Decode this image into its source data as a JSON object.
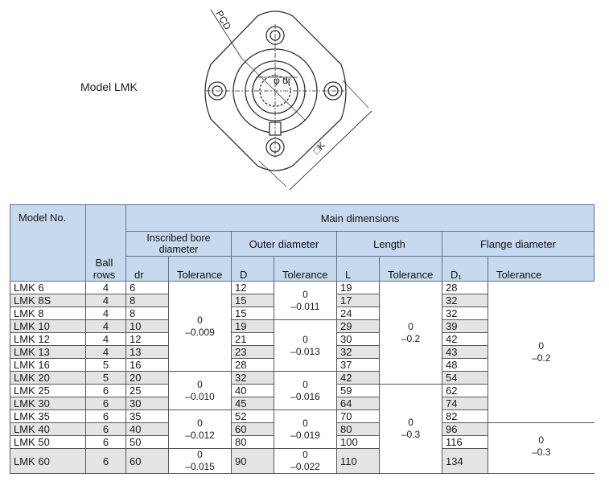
{
  "model_label": "Model LMK",
  "drawing": {
    "pcd_label": "PCD",
    "dr_label": "φ dr",
    "k_label": "□K"
  },
  "table": {
    "headers": {
      "model_no": "Model No.",
      "ball_rows": "Ball rows",
      "main_dimensions": "Main dimensions",
      "inscribed_bore": "Inscribed bore diameter",
      "outer_diameter": "Outer diameter",
      "length": "Length",
      "flange_diameter": "Flange diameter",
      "dr": "dr",
      "tolerance": "Tolerance",
      "D": "D",
      "L": "L",
      "D1": "D₁"
    },
    "rows": [
      {
        "model": "LMK 6",
        "rows": "4",
        "dr": "6",
        "D": "12",
        "L": "19",
        "D1": "28"
      },
      {
        "model": "LMK 8S",
        "rows": "4",
        "dr": "8",
        "D": "15",
        "L": "17",
        "D1": "32"
      },
      {
        "model": "LMK 8",
        "rows": "4",
        "dr": "8",
        "D": "15",
        "L": "24",
        "D1": "32"
      },
      {
        "model": "LMK 10",
        "rows": "4",
        "dr": "10",
        "D": "19",
        "L": "29",
        "D1": "39"
      },
      {
        "model": "LMK 12",
        "rows": "4",
        "dr": "12",
        "D": "21",
        "L": "30",
        "D1": "42"
      },
      {
        "model": "LMK 13",
        "rows": "4",
        "dr": "13",
        "D": "23",
        "L": "32",
        "D1": "43"
      },
      {
        "model": "LMK 16",
        "rows": "5",
        "dr": "16",
        "D": "28",
        "L": "37",
        "D1": "48"
      },
      {
        "model": "LMK 20",
        "rows": "5",
        "dr": "20",
        "D": "32",
        "L": "42",
        "D1": "54"
      },
      {
        "model": "LMK 25",
        "rows": "6",
        "dr": "25",
        "D": "40",
        "L": "59",
        "D1": "62"
      },
      {
        "model": "LMK 30",
        "rows": "6",
        "dr": "30",
        "D": "45",
        "L": "64",
        "D1": "74"
      },
      {
        "model": "LMK 35",
        "rows": "6",
        "dr": "35",
        "D": "52",
        "L": "70",
        "D1": "82"
      },
      {
        "model": "LMK 40",
        "rows": "6",
        "dr": "40",
        "D": "60",
        "L": "80",
        "D1": "96"
      },
      {
        "model": "LMK 50",
        "rows": "6",
        "dr": "50",
        "D": "80",
        "L": "100",
        "D1": "116"
      },
      {
        "model": "LMK 60",
        "rows": "6",
        "dr": "60",
        "D": "90",
        "L": "110",
        "D1": "134"
      }
    ],
    "tolerances": {
      "dr_a": {
        "upper": "0",
        "lower": "–0.009"
      },
      "dr_b": {
        "upper": "0",
        "lower": "–0.010"
      },
      "dr_c": {
        "upper": "0",
        "lower": "–0.012"
      },
      "dr_d": {
        "upper": "0",
        "lower": "–0.015"
      },
      "D_a": {
        "upper": "0",
        "lower": "–0.011"
      },
      "D_b": {
        "upper": "0",
        "lower": "–0.013"
      },
      "D_c": {
        "upper": "0",
        "lower": "–0.016"
      },
      "D_d": {
        "upper": "0",
        "lower": "–0.019"
      },
      "D_e": {
        "upper": "0",
        "lower": "–0.022"
      },
      "L_a": {
        "upper": "0",
        "lower": "–0.2"
      },
      "L_b": {
        "upper": "0",
        "lower": "–0.3"
      },
      "D1_a": {
        "upper": "0",
        "lower": "–0.2"
      },
      "D1_b": {
        "upper": "0",
        "lower": "–0.3"
      }
    }
  }
}
